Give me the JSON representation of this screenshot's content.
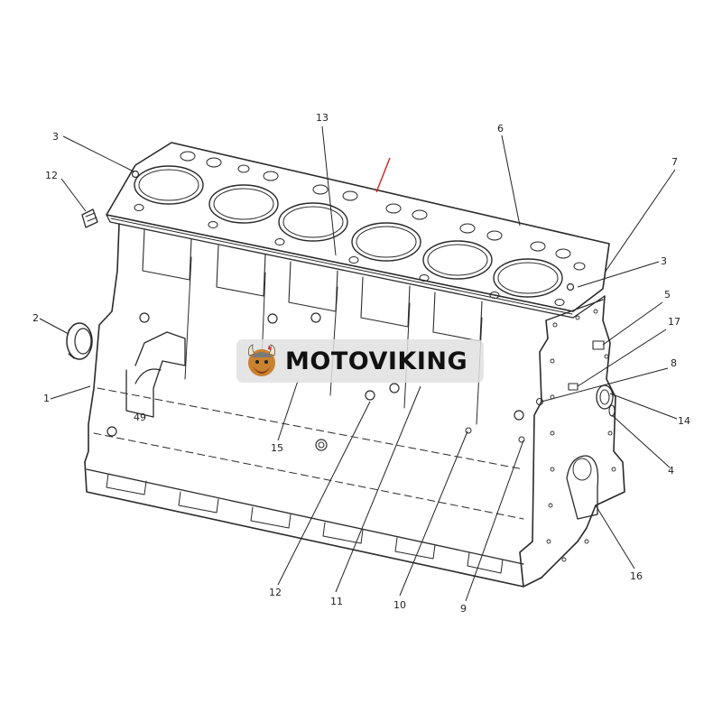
{
  "callouts": [
    {
      "id": "c3a",
      "label": "3"
    },
    {
      "id": "c12a",
      "label": "12"
    },
    {
      "id": "c2",
      "label": "2"
    },
    {
      "id": "c1",
      "label": "1"
    },
    {
      "id": "c13",
      "label": "13"
    },
    {
      "id": "c6",
      "label": "6"
    },
    {
      "id": "c7",
      "label": "7"
    },
    {
      "id": "c3b",
      "label": "3"
    },
    {
      "id": "c5",
      "label": "5"
    },
    {
      "id": "c17",
      "label": "17"
    },
    {
      "id": "c8",
      "label": "8"
    },
    {
      "id": "c14",
      "label": "14"
    },
    {
      "id": "c4",
      "label": "4"
    },
    {
      "id": "c16",
      "label": "16"
    },
    {
      "id": "c15",
      "label": "15"
    },
    {
      "id": "c12b",
      "label": "12"
    },
    {
      "id": "c11",
      "label": "11"
    },
    {
      "id": "c10",
      "label": "10"
    },
    {
      "id": "c9",
      "label": "9"
    }
  ],
  "part_marks": {
    "bearing_cap_number": "49"
  },
  "watermark": {
    "brand": "MOTOVIKING",
    "ink_color": "#111111",
    "badge_color": "#e1e1e1",
    "logo_icon": "viking-mascot-icon"
  },
  "colors": {
    "line_art": "#2a2a2a",
    "pointer_arrow": "#cc2222",
    "background": "#ffffff"
  }
}
